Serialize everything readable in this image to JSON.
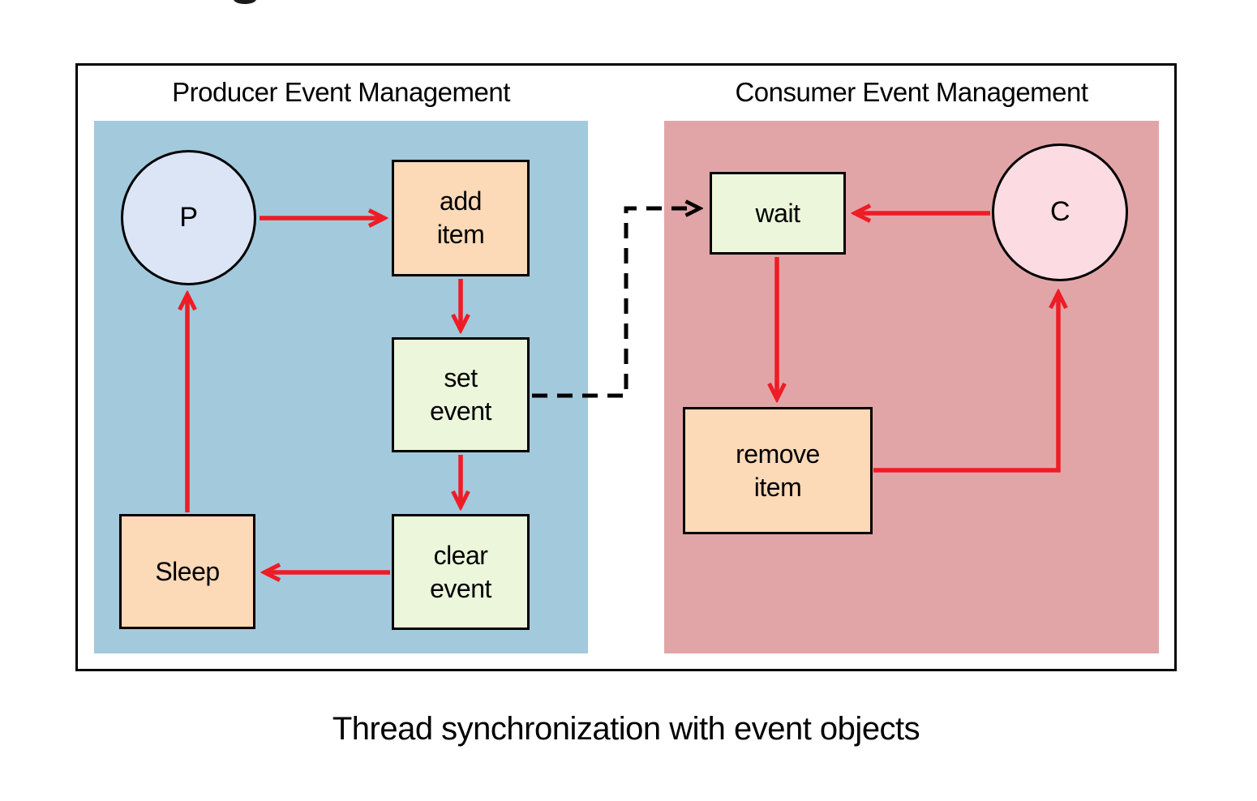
{
  "producer": {
    "title": "Producer Event Management",
    "nodes": {
      "p": {
        "label": "P",
        "shape": "circle"
      },
      "add_item": {
        "label": "add\nitem",
        "shape": "box"
      },
      "set_event": {
        "label": "set\nevent",
        "shape": "box"
      },
      "clear_event": {
        "label": "clear\nevent",
        "shape": "box"
      },
      "sleep": {
        "label": "Sleep",
        "shape": "box"
      }
    }
  },
  "consumer": {
    "title": "Consumer Event Management",
    "nodes": {
      "wait": {
        "label": "wait",
        "shape": "box"
      },
      "c": {
        "label": "C",
        "shape": "circle"
      },
      "remove_item": {
        "label": "remove\nitem",
        "shape": "box"
      }
    }
  },
  "edges": [
    {
      "from": "P",
      "to": "add item",
      "style": "solid-red"
    },
    {
      "from": "add item",
      "to": "set event",
      "style": "solid-red"
    },
    {
      "from": "set event",
      "to": "clear event",
      "style": "solid-red"
    },
    {
      "from": "clear event",
      "to": "Sleep",
      "style": "solid-red"
    },
    {
      "from": "Sleep",
      "to": "P",
      "style": "solid-red"
    },
    {
      "from": "C",
      "to": "wait",
      "style": "solid-red"
    },
    {
      "from": "wait",
      "to": "remove item",
      "style": "solid-red"
    },
    {
      "from": "remove item",
      "to": "C",
      "style": "solid-red"
    },
    {
      "from": "set event",
      "to": "wait",
      "style": "dashed-black"
    }
  ],
  "caption": "Thread synchronization with event objects",
  "colors": {
    "producer_panel": "#a3c9dc",
    "consumer_panel": "#e2a5a7",
    "process_box": "#fcd9b7",
    "event_box": "#ebf6da",
    "producer_circle": "#dbe5f6",
    "consumer_circle": "#fcdbe2",
    "arrow": "#ee1c25",
    "signal_arrow": "#000000",
    "frame_border": "#000000"
  }
}
